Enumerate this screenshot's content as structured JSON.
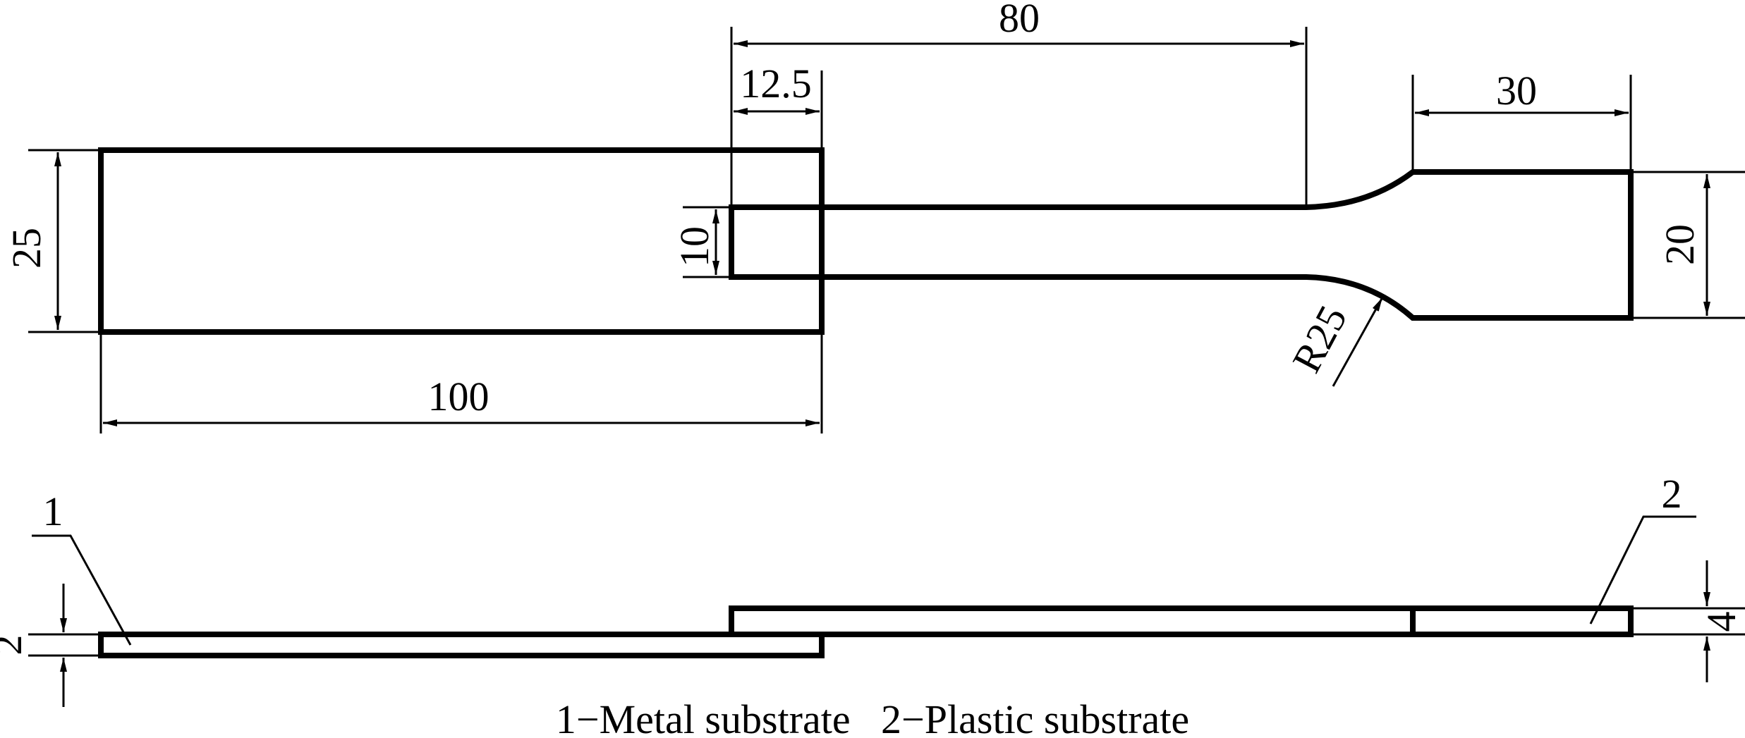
{
  "dimensions": {
    "overall_length": "80",
    "overlap_length": "12.5",
    "grip_length": "30",
    "metal_width": "25",
    "neck_width": "10",
    "grip_width": "20",
    "metal_length": "100",
    "fillet_radius": "R25",
    "metal_thickness": "2",
    "plastic_thickness": "4"
  },
  "callouts": {
    "metal": "1",
    "plastic": "2"
  },
  "caption": "1−Metal substrate   2−Plastic substrate"
}
